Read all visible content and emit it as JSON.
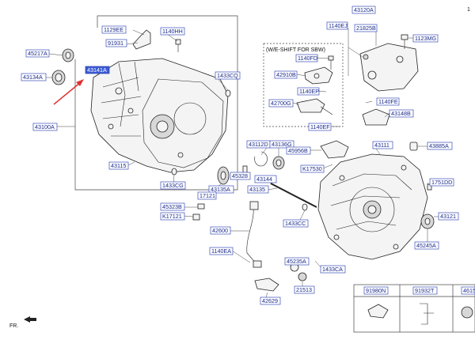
{
  "page_number": "1",
  "shift_note": "(W/E-SHIFT FOR SBW)",
  "direction_label": "FR.",
  "highlight_label": "43141A",
  "labels": {
    "l_1129ee": "1129EE",
    "l_1140hh": "1140HH",
    "l_91931": "91931",
    "l_45217a": "45217A",
    "l_43134a": "43134A",
    "l_1433cq": "1433CQ",
    "l_43100a": "43100A",
    "l_43115": "43115",
    "l_1433cg": "1433CG",
    "l_43120a": "43120A",
    "l_1140ej": "1140EJ",
    "l_21825b": "21825B",
    "l_1123mg": "1123MG",
    "l_1140fd": "1140FD",
    "l_42910b": "42910B",
    "l_1140ep": "1140EP",
    "l_42700g": "42700G",
    "l_1140fe": "1140FE",
    "l_43148b": "43148B",
    "l_1140ef": "1140EF",
    "l_43112d": "43112D",
    "l_43136g": "43136G",
    "l_45956b": "45956B",
    "l_43111": "43111",
    "l_43885a": "43885A",
    "l_k17530": "K17530",
    "l_45328": "45328",
    "l_43144": "43144",
    "l_43135": "43135",
    "l_43135a": "43135A",
    "l_1751dd": "1751DD",
    "l_17121": "17121",
    "l_45323b": "45323B",
    "l_k17121": "K17121",
    "l_43121": "43121",
    "l_1433cc": "1433CC",
    "l_42600": "42600",
    "l_45245a": "45245A",
    "l_1140ea": "1140EA",
    "l_45235a": "45235A",
    "l_1433ca": "1433CA",
    "l_21513": "21513",
    "l_42629": "42629",
    "l_91980n": "91980N",
    "l_91932t": "91932T",
    "l_4615": "4615"
  }
}
